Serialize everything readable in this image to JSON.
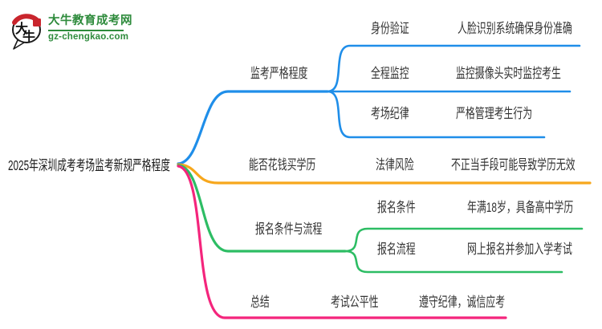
{
  "logo": {
    "title": "大牛教育成考网",
    "url": "gz-chengkao.com",
    "icon_chars": [
      "大",
      "牛"
    ],
    "green": "#2e8b3c",
    "red": "#c9252d"
  },
  "root": {
    "label": "2025年深圳成考考场监考新规严格程度"
  },
  "branches": [
    {
      "label": "监考严格程度",
      "color": "#1f8ee9",
      "children": [
        {
          "label": "身份验证",
          "detail": "人脸识别系统确保身份准确"
        },
        {
          "label": "全程监控",
          "detail": "监控摄像头实时监控考生"
        },
        {
          "label": "考场纪律",
          "detail": "严格管理考生行为"
        }
      ]
    },
    {
      "label": "能否花钱买学历",
      "color": "#f7a71c",
      "children": [
        {
          "label": "法律风险",
          "detail": "不正当手段可能导致学历无效"
        }
      ]
    },
    {
      "label": "报名条件与流程",
      "color": "#2dbd64",
      "children": [
        {
          "label": "报名条件",
          "detail": "年满18岁，具备高中学历"
        },
        {
          "label": "报名流程",
          "detail": "网上报名并参加入学考试"
        }
      ]
    },
    {
      "label": "总结",
      "color": "#f4257c",
      "children": [
        {
          "label": "考试公平性",
          "detail": "遵守纪律，诚信应考"
        }
      ]
    }
  ]
}
